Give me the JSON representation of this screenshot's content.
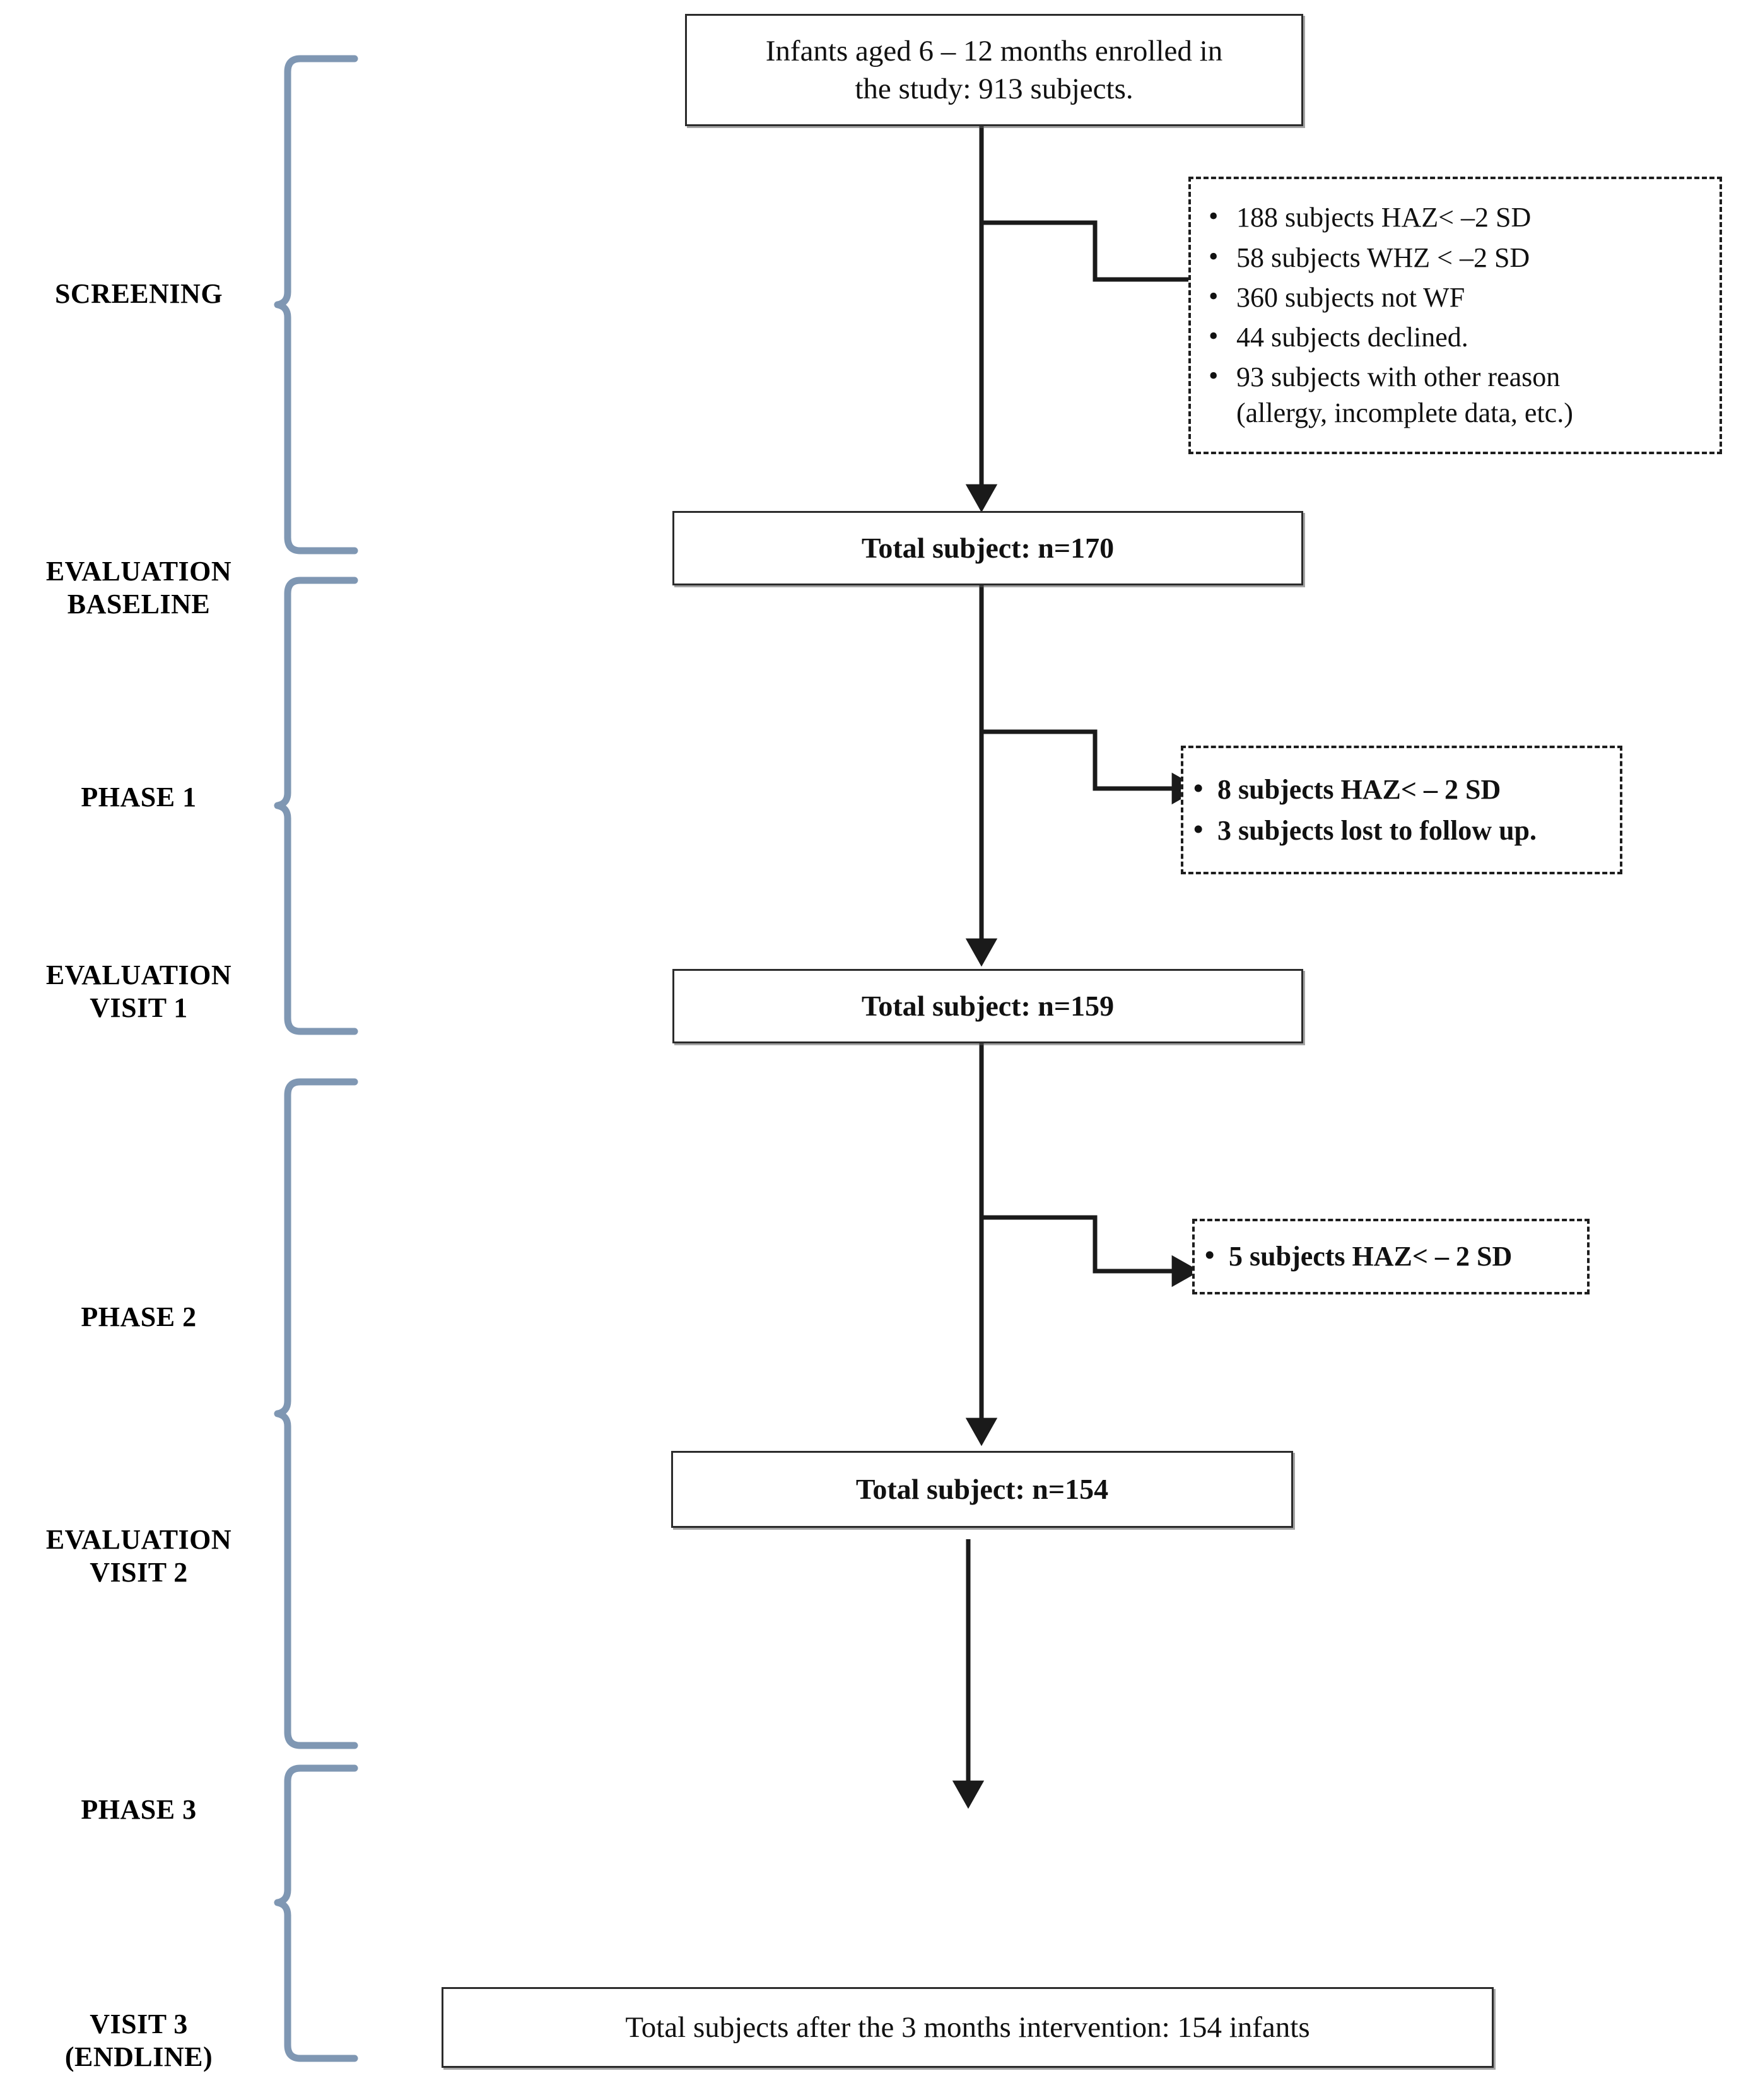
{
  "figure": {
    "type": "flowchart",
    "kind": "clinical-trial-participant-flow"
  },
  "stages": [
    {
      "id": "screening",
      "label": "SCREENING"
    },
    {
      "id": "evaluation-baseline",
      "label": "EVALUATION\nBASELINE"
    },
    {
      "id": "phase-1",
      "label": "PHASE 1"
    },
    {
      "id": "evaluation-visit-1",
      "label": "EVALUATION\nVISIT 1"
    },
    {
      "id": "phase-2",
      "label": "PHASE 2"
    },
    {
      "id": "evaluation-visit-2",
      "label": "EVALUATION\nVISIT 2"
    },
    {
      "id": "phase-3",
      "label": "PHASE 3"
    },
    {
      "id": "visit-3-endline",
      "label": "VISIT 3\n(ENDLINE)"
    }
  ],
  "nodes": {
    "enrolled": {
      "text": "Infants aged 6 – 12 months enrolled in\nthe study: 913 subjects."
    },
    "total_170": {
      "text": "Total subject: n=170"
    },
    "total_159": {
      "text": "Total subject: n=159"
    },
    "total_154": {
      "text": "Total subject: n=154"
    },
    "final_total": {
      "text": "Total subjects after the 3 months intervention: 154 infants"
    }
  },
  "exclusions": {
    "screening": {
      "items": [
        "188 subjects HAZ< –2 SD",
        "58 subjects WHZ < –2 SD",
        "360 subjects not WF",
        "44 subjects declined.",
        "93 subjects with other reason\n(allergy, incomplete data, etc.)"
      ]
    },
    "phase1": {
      "items": [
        "8 subjects HAZ< – 2 SD",
        "3 subjects lost to follow up."
      ]
    },
    "phase2": {
      "items": [
        "5 subjects HAZ< – 2 SD"
      ]
    }
  },
  "colors": {
    "brace": "#7f97b3",
    "line": "#1a1a1a",
    "box_border": "#2b2b2b",
    "text": "#111111",
    "background": "#ffffff"
  }
}
